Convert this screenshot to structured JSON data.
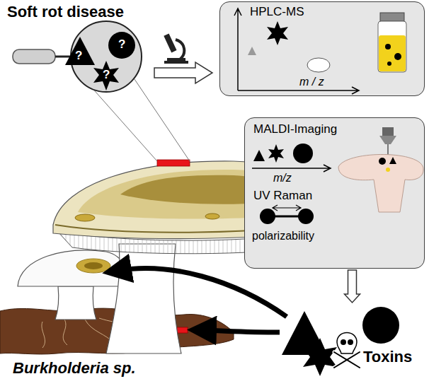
{
  "diagram": {
    "title": "Soft rot disease",
    "nodes": [
      {
        "text": [
          "HPLC-MS",
          "m / z"
        ]
      },
      {
        "text": [
          "MALDI-Imaging",
          "m/z",
          "UV Raman",
          "polarizability"
        ]
      },
      {
        "text": [
          "Toxins"
        ]
      }
    ],
    "edges": [
      {
        "from": 1,
        "to": 2,
        "arrow": "to"
      }
    ],
    "labels": [
      "?",
      "?",
      "?",
      "Burkholderia sp."
    ]
  }
}
